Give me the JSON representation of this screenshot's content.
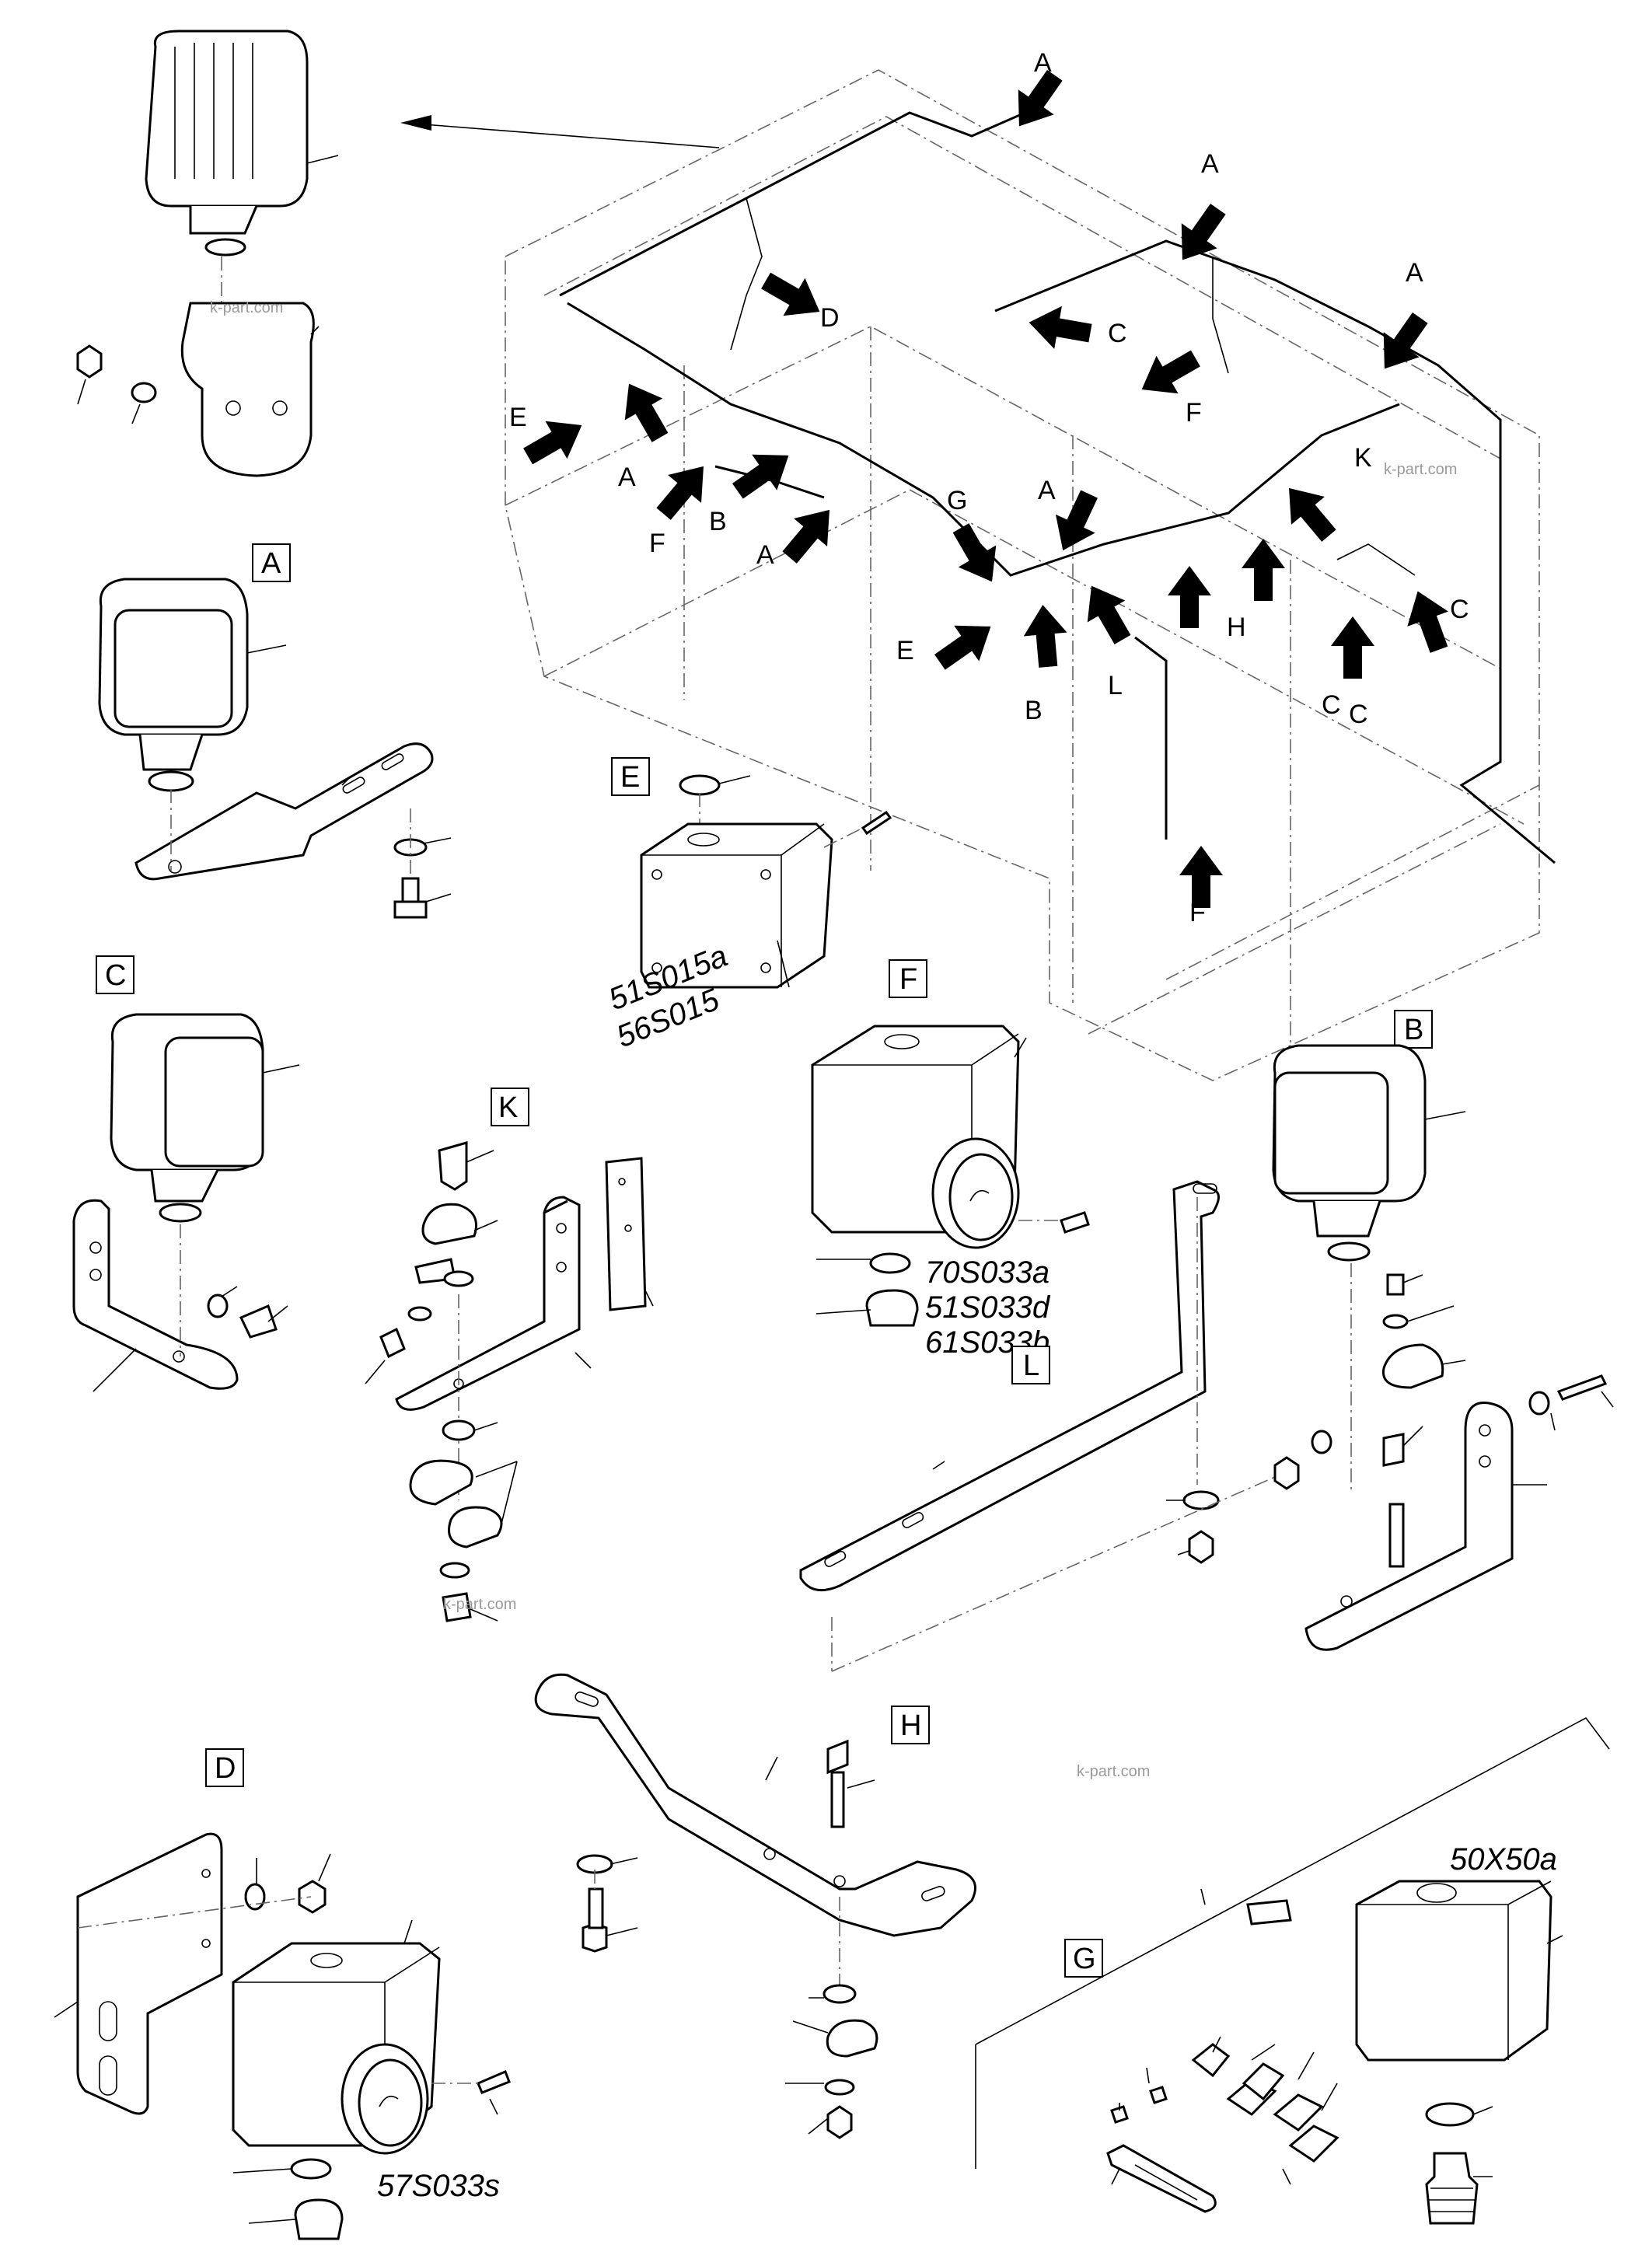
{
  "detail_labels": {
    "A": "A",
    "B": "B",
    "C": "C",
    "D": "D",
    "E": "E",
    "F": "F",
    "G": "G",
    "H": "H",
    "K": "K",
    "L": "L"
  },
  "arrow_labels": [
    "A",
    "A",
    "A",
    "A",
    "A",
    "A",
    "B",
    "B",
    "C",
    "C",
    "C",
    "C",
    "D",
    "E",
    "E",
    "F",
    "F",
    "F",
    "G",
    "H",
    "K",
    "L"
  ],
  "part_codes": {
    "e_line1": "51S015a",
    "e_line2": "56S015",
    "f_line1": "70S033a",
    "f_line2": "51S033d",
    "f_line3": "61S033b",
    "d_code": "57S033s",
    "g_code": "50X50a"
  },
  "watermark": "k-part.com"
}
